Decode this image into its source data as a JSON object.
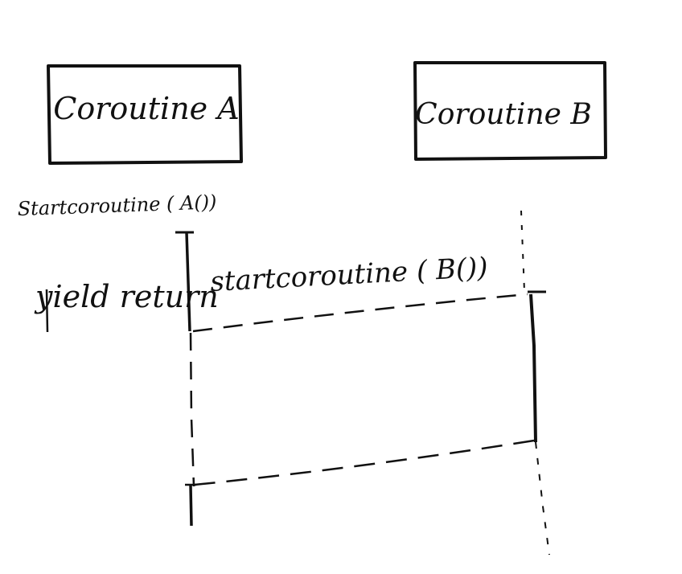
{
  "diagram": {
    "participants": [
      {
        "label": "Coroutine A"
      },
      {
        "label": "Coroutine B"
      }
    ],
    "labels": {
      "start_a": "Startcoroutine ( A())",
      "yield_return": "yield return",
      "start_b": "startcoroutine ( B())"
    },
    "colors": {
      "ink": "#111111",
      "background": "#ffffff"
    }
  }
}
